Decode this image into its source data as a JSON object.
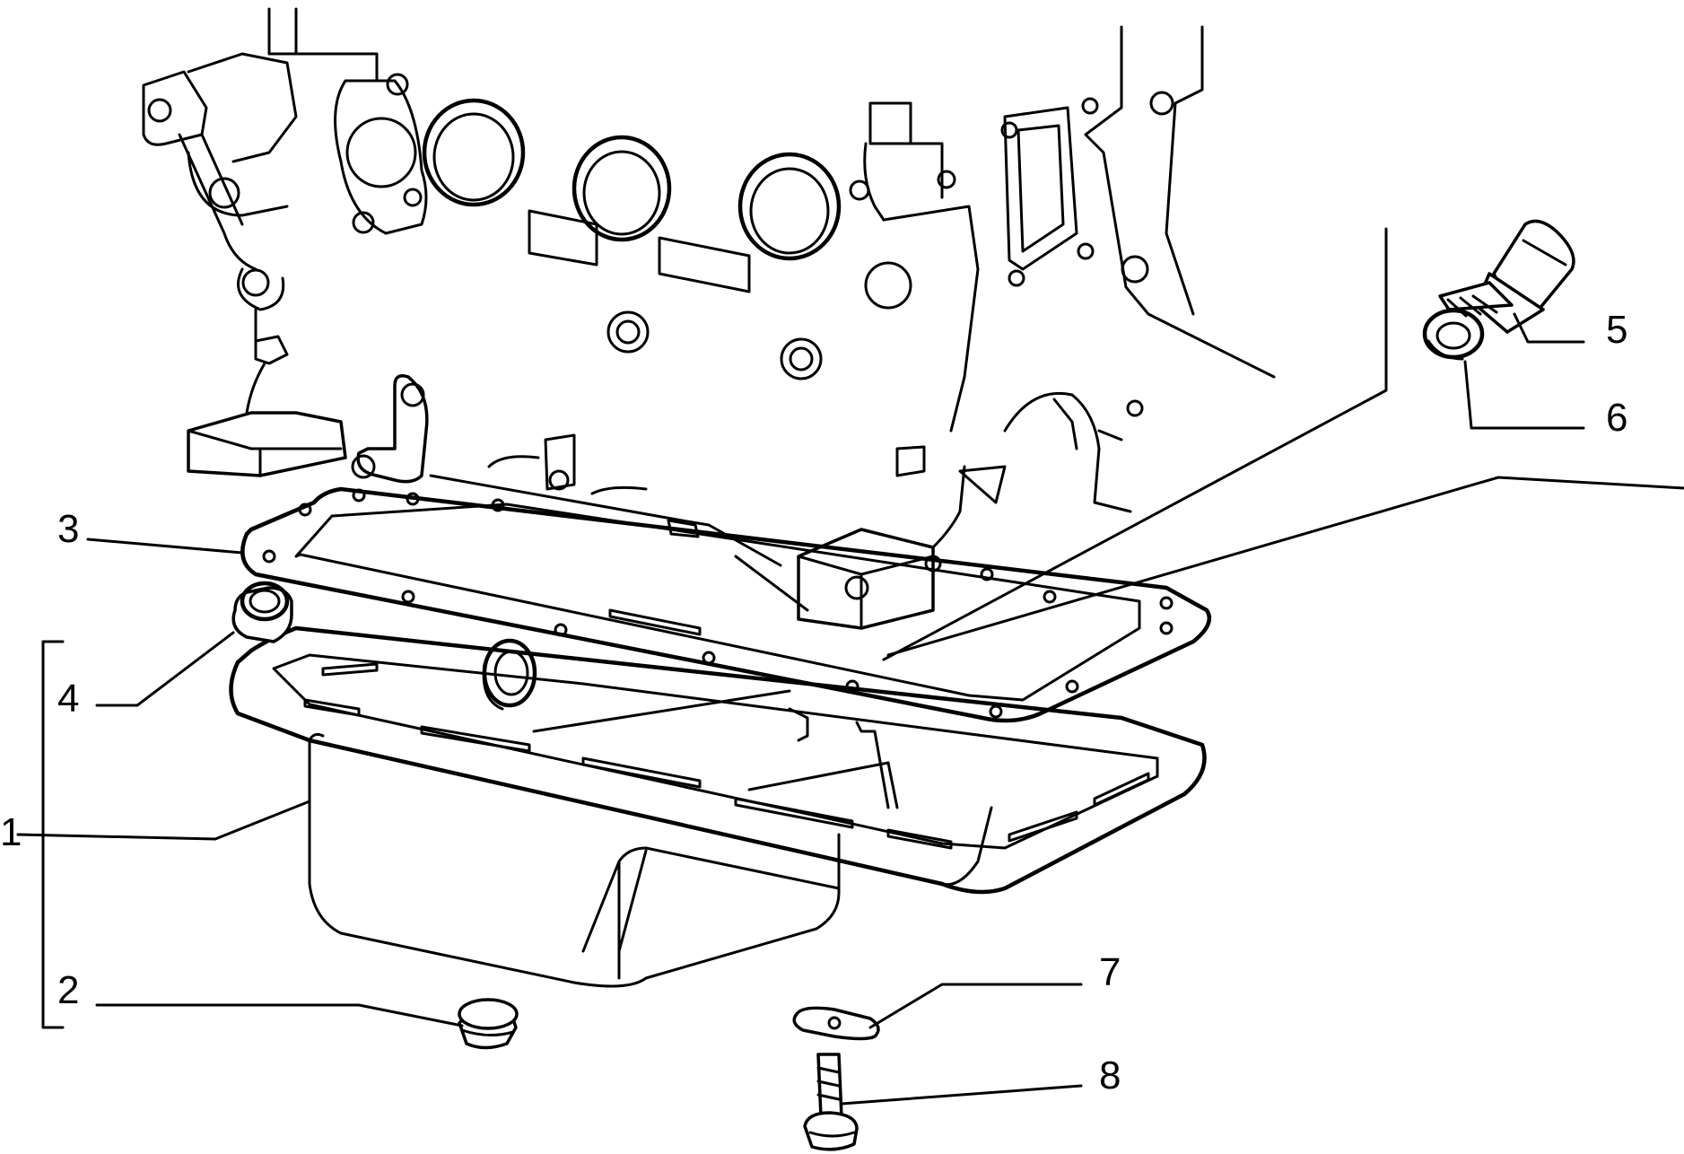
{
  "diagram": {
    "labels": [
      {
        "id": "1",
        "text": "1"
      },
      {
        "id": "2",
        "text": "2"
      },
      {
        "id": "3",
        "text": "3"
      },
      {
        "id": "4",
        "text": "4"
      },
      {
        "id": "5",
        "text": "5"
      },
      {
        "id": "6",
        "text": "6"
      },
      {
        "id": "7",
        "text": "7"
      },
      {
        "id": "8",
        "text": "8"
      }
    ]
  }
}
